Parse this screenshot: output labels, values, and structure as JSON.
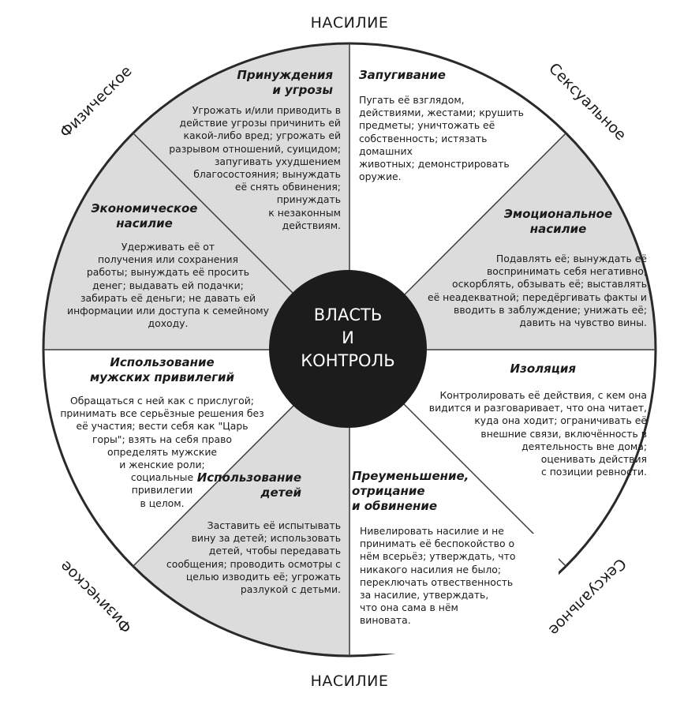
{
  "outer": {
    "top": "НАСИЛИЕ",
    "bottom": "НАСИЛИЕ",
    "top_left": "Физическое",
    "top_right": "Сексуальное",
    "bottom_left": "Физическое",
    "bottom_right": "Сексуальное"
  },
  "center": {
    "line1": "ВЛАСТЬ",
    "line2": "И",
    "line3": "КОНТРОЛЬ"
  },
  "sectors": {
    "coercion": {
      "title": "Принуждения\nи угрозы",
      "body": "Угрожать и/или приводить в\nдействие угрозы причинить ей\nкакой-либо вред; угрожать ей\nразрывом отношений, суицидом;\nзапугивать ухудшением\nблагосостояния; вынуждать\nеё снять обвинения;\nпринуждать\nк незаконным\nдействиям."
    },
    "intimidation": {
      "title": "Запугивание",
      "body": "Пугать её взглядом,\nдействиями, жестами; крушить\nпредметы; уничтожать её\nсобственность; истязать домашних\nживотных; демонстрировать\nоружие."
    },
    "emotional": {
      "title": "Эмоциональное\nнасилие",
      "body": "Подавлять её; вынуждать её\nвоспринимать себя негативно;\nоскорблять, обзывать её; выставлять\nеё неадекватной; передёргивать факты и\nвводить в заблуждение; унижать её;\nдавить на чувство вины."
    },
    "isolation": {
      "title": "Изоляция",
      "body": "Контролировать её действия, с кем она\nвидится и разговаривает, что она читает,\nкуда она ходит; ограничивать её\nвнешние связи, включённость в\nдеятельность вне дома;\nоценивать действия\nс позиции ревности."
    },
    "minimizing": {
      "title": "Преуменьшение,\nотрицание\nи обвинение",
      "body": "Нивелировать насилие и не\nпринимать её беспокойство о\nнём всерьёз; утверждать, что\nникакого насилия не было;\nпереключать отвественность\nза насилие, утверждать,\nчто она сама в нём\nвиновата."
    },
    "children": {
      "title": "Использование\nдетей",
      "body": "Заставить её испытывать\nвину за детей; использовать\nдетей, чтобы передавать\nсообщения; проводить осмотры с\nцелью изводить её; угрожать\nразлукой с детьми."
    },
    "male_privilege": {
      "title": "Использование\nмужских привилегий",
      "body": "Обращаться с ней как с прислугой;\nпринимать все серьёзные решения без\nеё участия; вести себя как \"Царь\nгоры\"; взять на себя право\nопределять мужские\nи женские роли;\nсоциальные\nпривилегии\nв целом."
    },
    "economic": {
      "title": "Экономическое\nнасилие",
      "body": "Удерживать её от\nполучения или сохранения\nработы; вынуждать её просить\nденег; выдавать ей подачки;\nзабирать её деньги; не давать ей\nинформации или доступа к семейному\nдоходу."
    }
  }
}
